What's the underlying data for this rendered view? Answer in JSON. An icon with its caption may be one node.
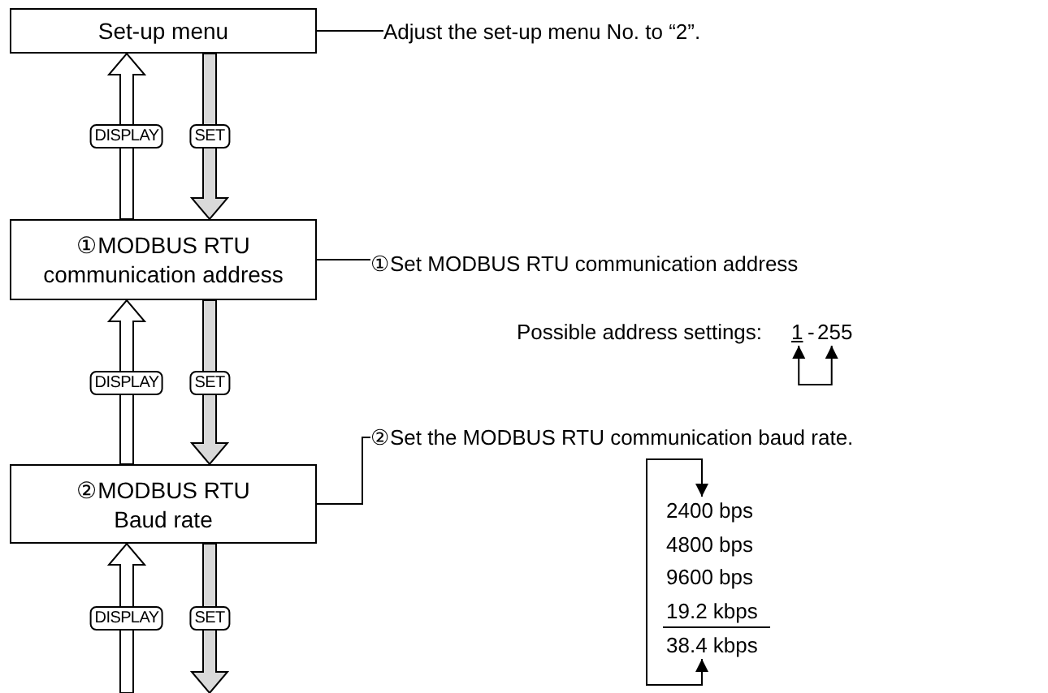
{
  "diagram": {
    "nodes": [
      {
        "text": [
          "Set-up menu"
        ]
      },
      {
        "text": [
          "①MODBUS RTU communication address"
        ]
      },
      {
        "text": [
          "②MODBUS RTU Baud rate"
        ]
      },
      {
        "text": [
          "Adjust the set-up menu No. to “2”."
        ]
      },
      {
        "text": [
          "①Set MODBUS RTU communication address"
        ]
      },
      {
        "text": [
          "②Set the MODBUS RTU communication baud rate."
        ]
      },
      {
        "text": [
          "1"
        ]
      },
      {
        "text": [
          "255"
        ]
      },
      {
        "text": [
          "2400 bps"
        ]
      },
      {
        "text": [
          "4800 bps"
        ]
      },
      {
        "text": [
          "9600 bps"
        ]
      },
      {
        "text": [
          "19.2 kbps"
        ]
      },
      {
        "text": [
          "38.4 kbps"
        ]
      }
    ],
    "edges": [
      {
        "from": 0,
        "to": 3,
        "arrow": "none"
      },
      {
        "from": 1,
        "to": 4,
        "arrow": "none"
      },
      {
        "from": 2,
        "to": 5,
        "arrow": "none"
      },
      {
        "from": 1,
        "to": 0,
        "arrow": "to",
        "label": "DISPLAY",
        "style": "thick"
      },
      {
        "from": 0,
        "to": 1,
        "arrow": "to",
        "label": "SET",
        "style": "thick",
        "color": "#d9d9d9"
      },
      {
        "from": 2,
        "to": 1,
        "arrow": "to",
        "label": "DISPLAY",
        "style": "thick"
      },
      {
        "from": 1,
        "to": 2,
        "arrow": "to",
        "label": "SET",
        "style": "thick",
        "color": "#d9d9d9"
      },
      {
        "from": null,
        "to": 2,
        "arrow": "to",
        "label": "DISPLAY",
        "style": "thick"
      },
      {
        "from": 2,
        "to": null,
        "arrow": "to",
        "label": "SET",
        "style": "thick",
        "color": "#d9d9d9"
      },
      {
        "from": 6,
        "to": 7,
        "arrow": "both"
      },
      {
        "from": 12,
        "to": 8,
        "arrow": "both"
      }
    ],
    "labels": [
      "Possible address settings:",
      "-"
    ]
  }
}
